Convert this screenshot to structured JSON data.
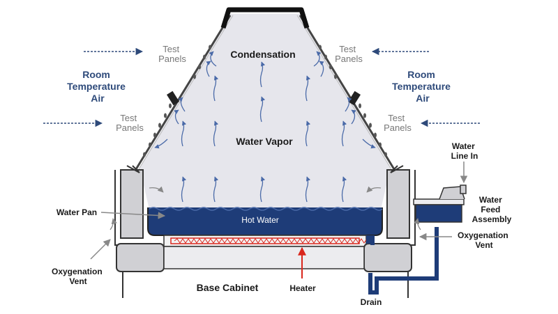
{
  "labels": {
    "condensation": "Condensation",
    "water_vapor": "Water Vapor",
    "test_panels_top_left": [
      "Test",
      "Panels"
    ],
    "test_panels_top_right": [
      "Test",
      "Panels"
    ],
    "test_panels_mid_left": [
      "Test",
      "Panels"
    ],
    "test_panels_mid_right": [
      "Test",
      "Panels"
    ],
    "room_air_left": [
      "Room",
      "Temperature",
      "Air"
    ],
    "room_air_right": [
      "Room",
      "Temperature",
      "Air"
    ],
    "water_line_in": [
      "Water",
      "Line In"
    ],
    "water_feed_assembly": [
      "Water",
      "Feed",
      "Assembly"
    ],
    "water_pan": "Water Pan",
    "hot_water": "Hot Water",
    "oxygenation_vent_left": [
      "Oxygenation",
      "Vent"
    ],
    "oxygenation_vent_right": [
      "Oxygenation",
      "Vent"
    ],
    "base_cabinet": "Base Cabinet",
    "heater": "Heater",
    "drain": "Drain"
  },
  "colors": {
    "navy": "#2e4a7a",
    "water": "#1e3c78",
    "heater_red": "#d9261c",
    "chamber_fill": "#e6e6ec",
    "panel_gray": "#d0d0d4",
    "label_gray": "#777777"
  }
}
